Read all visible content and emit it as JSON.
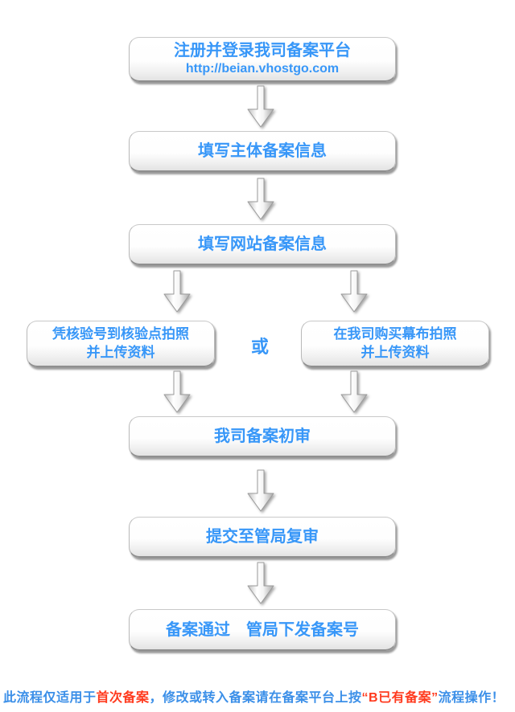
{
  "flow": {
    "step1": {
      "line1": "注册并登录我司备案平台",
      "line2": "http://beian.vhostgo.com"
    },
    "step2": {
      "label": "填写主体备案信息"
    },
    "step3": {
      "label": "填写网站备案信息"
    },
    "step4a": {
      "line1": "凭核验号到核验点拍照",
      "line2": "并上传资料"
    },
    "or_label": "或",
    "step4b": {
      "line1": "在我司购买幕布拍照",
      "line2": "并上传资料"
    },
    "step5": {
      "label": "我司备案初审"
    },
    "step6": {
      "label": "提交至管局复审"
    },
    "step7": {
      "label": "备案通过　管局下发备案号"
    }
  },
  "footer": {
    "segments": [
      {
        "text": "此流程仅适用于",
        "color": "blue"
      },
      {
        "text": "首次备案",
        "color": "red"
      },
      {
        "text": "，修改或转入备案请在备案平台上按",
        "color": "blue"
      },
      {
        "text": "“B已有备案”",
        "color": "red"
      },
      {
        "text": "流程操作！",
        "color": "blue"
      }
    ]
  },
  "colors": {
    "box_text_blue": "#3897f8",
    "footer_blue": "#3b8fe8",
    "footer_red": "#ff3a1e",
    "arrow_fill_light": "#ffffff",
    "arrow_fill_dark": "#a8a8a8",
    "box_shadow": "#5e5e5e"
  }
}
